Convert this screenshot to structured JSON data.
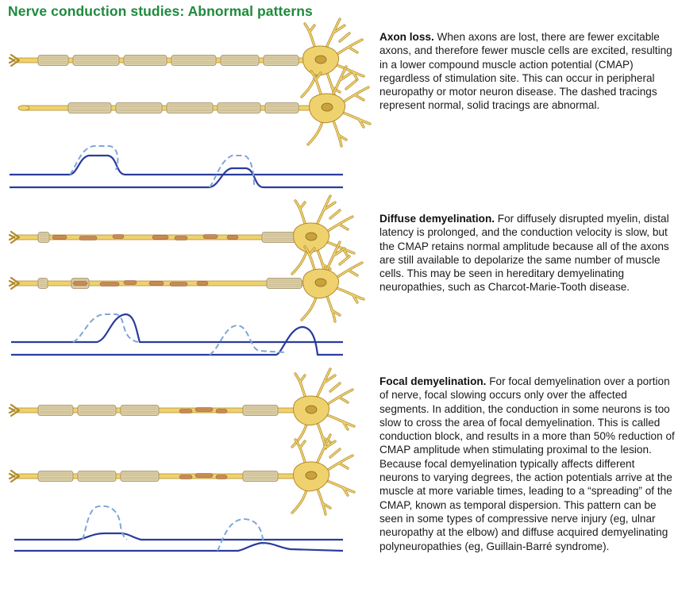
{
  "title": "Nerve conduction studies: Abnormal patterns",
  "colors": {
    "title": "#1e8a3c",
    "axon": "#efd26e",
    "axon_outline": "#b08a2c",
    "myelin": "#dccfa6",
    "myelin_outline": "#9a8660",
    "damaged_myelin": "#c88a52",
    "tracing_abnormal": "#2a3c9c",
    "tracing_normal": "#7fa6d8"
  },
  "sections": [
    {
      "heading": "Axon loss.",
      "text": " When axons are lost, there are fewer excitable axons, and therefore fewer muscle cells are excited, resulting in a lower compound muscle action potential (CMAP) regardless of stimulation site. This can occur in peripheral neuropathy or motor neuron disease. The dashed tracings represent normal, solid tracings are abnormal."
    },
    {
      "heading": "Diffuse demyelination.",
      "text": " For diffusely disrupted myelin, distal latency is prolonged, and the conduction velocity is slow, but the CMAP retains normal amplitude because all of the axons are still available to depolarize the same number of muscle cells. This may be seen in hereditary demyelinating neuropathies, such as Charcot-Marie-Tooth disease."
    },
    {
      "heading": "Focal demyelination.",
      "text": " For focal demyelination over a portion of nerve, focal slowing occurs only over the affected segments. In addition, the conduction in some neurons is too slow to cross the area of focal demyelination. This is called conduction block, and results in a more than 50% reduction of CMAP amplitude when stimulating proximal to the lesion. Because focal demyelination typically affects different neurons to varying degrees, the action potentials arrive at the muscle at more variable times, leading to a “spreading” of the CMAP, known as temporal dispersion. This pattern can be seen in some types of compressive nerve injury (eg, ulnar neuropathy at the elbow) and diffuse acquired demyelinating polyneuropathies (eg, Guillain-Barré syndrome)."
    }
  ]
}
